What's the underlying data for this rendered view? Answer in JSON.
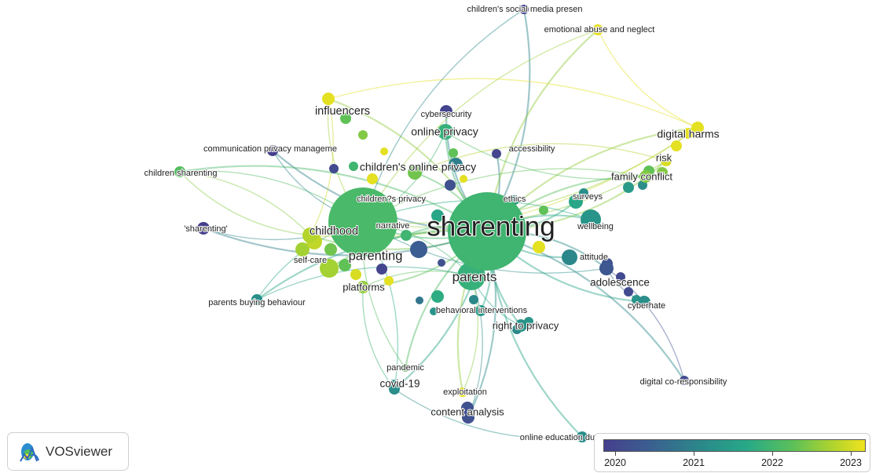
{
  "app": {
    "name": "VOSviewer"
  },
  "legend": {
    "ticks": [
      "2020",
      "2021",
      "2022",
      "2023"
    ],
    "colors": [
      "#463f8d",
      "#3b5e91",
      "#2a8a8a",
      "#28a987",
      "#5ac05a",
      "#b2d42c",
      "#f0e31f"
    ]
  },
  "network": {
    "nodes": [
      {
        "id": "sharenting",
        "label": "sharenting",
        "year": 2021.8
      },
      {
        "id": "parenting",
        "label": "parenting",
        "year": 2021.9
      },
      {
        "id": "parents",
        "label": "parents",
        "year": 2021.7
      },
      {
        "id": "childhood",
        "label": "childhood",
        "year": 2022.6
      },
      {
        "id": "influencers",
        "label": "influencers",
        "year": 2023.0
      },
      {
        "id": "online_privacy",
        "label": "online privacy",
        "year": 2021.7
      },
      {
        "id": "childrens_online_privacy",
        "label": "children's online privacy",
        "year": 2022.2
      },
      {
        "id": "cybersecurity",
        "label": "cybersecurity",
        "year": 2020.1
      },
      {
        "id": "accessibility",
        "label": "accessibility",
        "year": 2020.1
      },
      {
        "id": "communication_privacy",
        "label": "communication privacy manageme",
        "year": 2020.0
      },
      {
        "id": "children_sharenting",
        "label": "children sharenting",
        "year": 2022.0
      },
      {
        "id": "childrens_privacy",
        "label": "children?s privacy",
        "year": 2021.5
      },
      {
        "id": "narrative",
        "label": "narrative",
        "year": 2021.8
      },
      {
        "id": "sharenting_quoted",
        "label": "'sharenting'",
        "year": 2020.0
      },
      {
        "id": "self_care",
        "label": "self-care",
        "year": 2022.5
      },
      {
        "id": "platforms",
        "label": "platforms",
        "year": 2022.4
      },
      {
        "id": "parents_buying",
        "label": "parents buying behaviour",
        "year": 2021.1
      },
      {
        "id": "behavioral_interventions",
        "label": "behavioral interventions",
        "year": 2021.3
      },
      {
        "id": "right_to_privacy",
        "label": "right to privacy",
        "year": 2021.2
      },
      {
        "id": "ethics",
        "label": "ethics",
        "year": 2021.3
      },
      {
        "id": "surveys",
        "label": "surveys",
        "year": 2021.5
      },
      {
        "id": "wellbeing",
        "label": "wellbeing",
        "year": 2021.2
      },
      {
        "id": "attitude",
        "label": "attitude",
        "year": 2021.0
      },
      {
        "id": "adolescence",
        "label": "adolescence",
        "year": 2020.4
      },
      {
        "id": "cyberhate",
        "label": "cyberhate",
        "year": 2021.1
      },
      {
        "id": "digital_harms",
        "label": "digital harms",
        "year": 2023.0
      },
      {
        "id": "risk",
        "label": "risk",
        "year": 2022.9
      },
      {
        "id": "family_conflict",
        "label": "family conflict",
        "year": 2022.3
      },
      {
        "id": "childrens_social_media",
        "label": "children's social media presen",
        "year": 2020.1
      },
      {
        "id": "emotional_abuse",
        "label": "emotional abuse and neglect",
        "year": 2023.0
      },
      {
        "id": "pandemic",
        "label": "pandemic",
        "year": 2022.1
      },
      {
        "id": "covid19",
        "label": "covid-19",
        "year": 2021.1
      },
      {
        "id": "exploitation",
        "label": "exploitation",
        "year": 2023.0
      },
      {
        "id": "content_analysis",
        "label": "content analysis",
        "year": 2020.3
      },
      {
        "id": "online_education",
        "label": "online education during pandem",
        "year": 2021.1
      },
      {
        "id": "digital_coresponsibility",
        "label": "digital co-responsibility",
        "year": 2020.2
      }
    ]
  }
}
